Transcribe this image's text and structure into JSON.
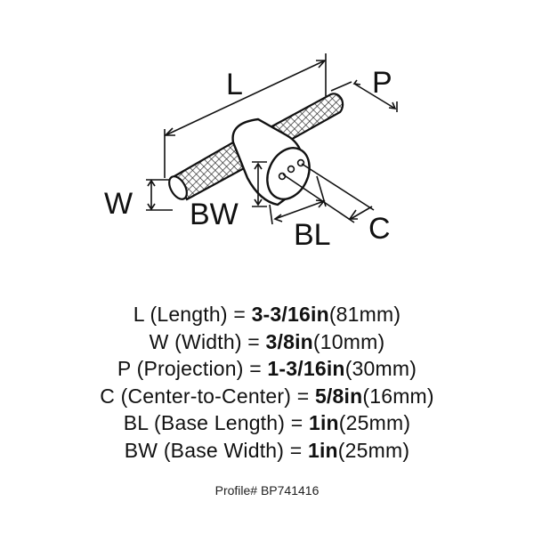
{
  "diagram": {
    "labels": {
      "L": "L",
      "P": "P",
      "W": "W",
      "BW": "BW",
      "BL": "BL",
      "C": "C"
    }
  },
  "specs": [
    {
      "abbr": "L",
      "name": "(Length)",
      "imperial": "3-3/16in",
      "metric": "(81mm)"
    },
    {
      "abbr": "W",
      "name": "(Width)",
      "imperial": "3/8in",
      "metric": "(10mm)"
    },
    {
      "abbr": "P",
      "name": "(Projection)",
      "imperial": "1-3/16in",
      "metric": "(30mm)"
    },
    {
      "abbr": "C",
      "name": "(Center-to-Center)",
      "imperial": "5/8in",
      "metric": "(16mm)"
    },
    {
      "abbr": "BL",
      "name": "(Base Length)",
      "imperial": "1in",
      "metric": "(25mm)"
    },
    {
      "abbr": "BW",
      "name": "(Base Width)",
      "imperial": "1in",
      "metric": "(25mm)"
    }
  ],
  "profile": {
    "text": "Profile# BP741416"
  },
  "colors": {
    "line": "#111111",
    "background": "#ffffff"
  }
}
